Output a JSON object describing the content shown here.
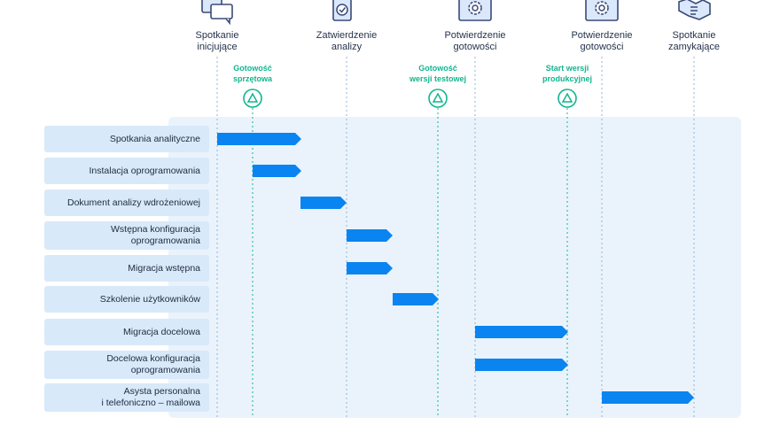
{
  "milestones": [
    {
      "label": "Spotkanie\ninicjujące",
      "icon": "chat-bubbles-icon"
    },
    {
      "label": "Zatwierdzenie\nanalizy",
      "icon": "approved-document-icon"
    },
    {
      "label": "Potwierdzenie\ngotowości",
      "icon": "gear-icon"
    },
    {
      "label": "Potwierdzenie\ngotowości",
      "icon": "gear-icon"
    },
    {
      "label": "Spotkanie\nzamykające",
      "icon": "handshake-icon"
    }
  ],
  "sub_milestones": [
    {
      "label": "Gotowość\nsprzętowa",
      "icon": "triangle-marker-icon"
    },
    {
      "label": "Gotowość\nwersji testowej",
      "icon": "triangle-marker-icon"
    },
    {
      "label": "Start wersji\nprodukcyjnej",
      "icon": "triangle-marker-icon"
    }
  ],
  "tasks": [
    {
      "label": "Spotkania analityczne"
    },
    {
      "label": "Instalacja oprogramowania"
    },
    {
      "label": "Dokument analizy wdrożeniowej"
    },
    {
      "label": "Wstępna konfiguracja\noprogramowania"
    },
    {
      "label": "Migracja wstępna"
    },
    {
      "label": "Szkolenie użytkowników"
    },
    {
      "label": "Migracja docelowa"
    },
    {
      "label": "Docelowa konfiguracja\noprogramowania"
    },
    {
      "label": "Asysta personalna\ni telefoniczno – mailowa"
    }
  ],
  "colors": {
    "bar": "#0a84f0",
    "milestone_line": "#8fb6d9",
    "sub_milestone": "#12b58e",
    "icon_stroke": "#3a4a78",
    "icon_fill": "#dbe8fb"
  }
}
